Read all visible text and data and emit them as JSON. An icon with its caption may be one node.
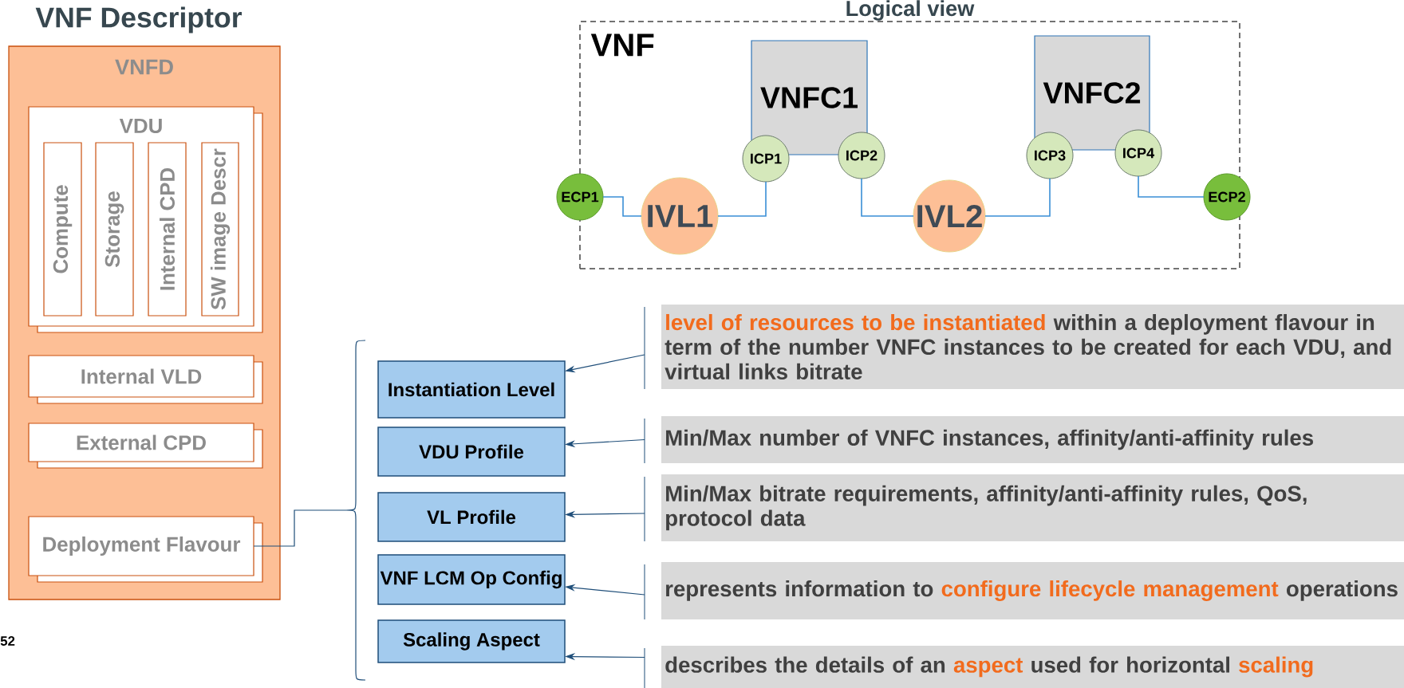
{
  "diagram": {
    "nodes": [
      {
        "text": [
          "VNF Descriptor",
          "VNFD"
        ]
      },
      {
        "text": [
          "VDU"
        ],
        "in": 0
      },
      {
        "text": [
          "Compute"
        ],
        "in": 1
      },
      {
        "text": [
          "Storage"
        ],
        "in": 1
      },
      {
        "text": [
          "Internal CPD"
        ],
        "in": 1
      },
      {
        "text": [
          "SW image Descr"
        ],
        "in": 1
      },
      {
        "text": [
          "Internal VLD"
        ],
        "in": 0
      },
      {
        "text": [
          "External CPD"
        ],
        "in": 0
      },
      {
        "text": [
          "Deployment Flavour"
        ],
        "in": 0
      },
      {
        "text": [],
        "shape": "brace"
      },
      {
        "text": [
          "Instantiation Level"
        ]
      },
      {
        "text": [
          "VDU Profile"
        ]
      },
      {
        "text": [
          "VL Profile"
        ]
      },
      {
        "text": [
          "VNF LCM Op Config"
        ]
      },
      {
        "text": [
          "Scaling Aspect"
        ]
      },
      {
        "text": [
          "level of resources to be instantiated",
          "within a deployment flavour in term of the number VNFC instances to be created for each VDU, and virtual links bitrate"
        ]
      },
      {
        "text": [
          "Min/Max number of VNFC instances, affinity/anti-affinity rules"
        ]
      },
      {
        "text": [
          "Min/Max bitrate requirements, affinity/anti-affinity rules, QoS, protocol data"
        ]
      },
      {
        "text": [
          "represents information to",
          "configure lifecycle management",
          "operations"
        ]
      },
      {
        "text": [
          "describes the details of an",
          "aspect",
          "used for horizontal",
          "scaling"
        ]
      },
      {
        "text": [
          "Logical view",
          "VNF"
        ]
      },
      {
        "text": [
          "VNFC1"
        ],
        "in": 20
      },
      {
        "text": [
          "VNFC2"
        ],
        "in": 20
      },
      {
        "text": [
          "ICP1"
        ],
        "in": 20
      },
      {
        "text": [
          "ICP2"
        ],
        "in": 20
      },
      {
        "text": [
          "ICP3"
        ],
        "in": 20
      },
      {
        "text": [
          "ICP4"
        ],
        "in": 20
      },
      {
        "text": [
          "ECP1"
        ]
      },
      {
        "text": [
          "ECP2"
        ]
      },
      {
        "text": [
          "IVL1"
        ],
        "in": 20
      },
      {
        "text": [
          "IVL2"
        ],
        "in": 20
      }
    ],
    "edges": [
      {
        "from": 8,
        "to": 9,
        "arrow": "none"
      },
      {
        "from": 15,
        "to": 10,
        "arrow": "to"
      },
      {
        "from": 16,
        "to": 11,
        "arrow": "to"
      },
      {
        "from": 17,
        "to": 12,
        "arrow": "to"
      },
      {
        "from": 18,
        "to": 13,
        "arrow": "to"
      },
      {
        "from": 19,
        "to": 14,
        "arrow": "to"
      },
      {
        "from": 27,
        "to": 29,
        "arrow": "none",
        "color": "#3a8fd6"
      },
      {
        "from": 29,
        "to": 23,
        "arrow": "none",
        "color": "#3a8fd6"
      },
      {
        "from": 24,
        "to": 30,
        "arrow": "none",
        "color": "#3a8fd6"
      },
      {
        "from": 30,
        "to": 25,
        "arrow": "none",
        "color": "#3a8fd6"
      },
      {
        "from": 26,
        "to": 28,
        "arrow": "none",
        "color": "#3a8fd6"
      }
    ],
    "labels": [
      "52"
    ]
  }
}
